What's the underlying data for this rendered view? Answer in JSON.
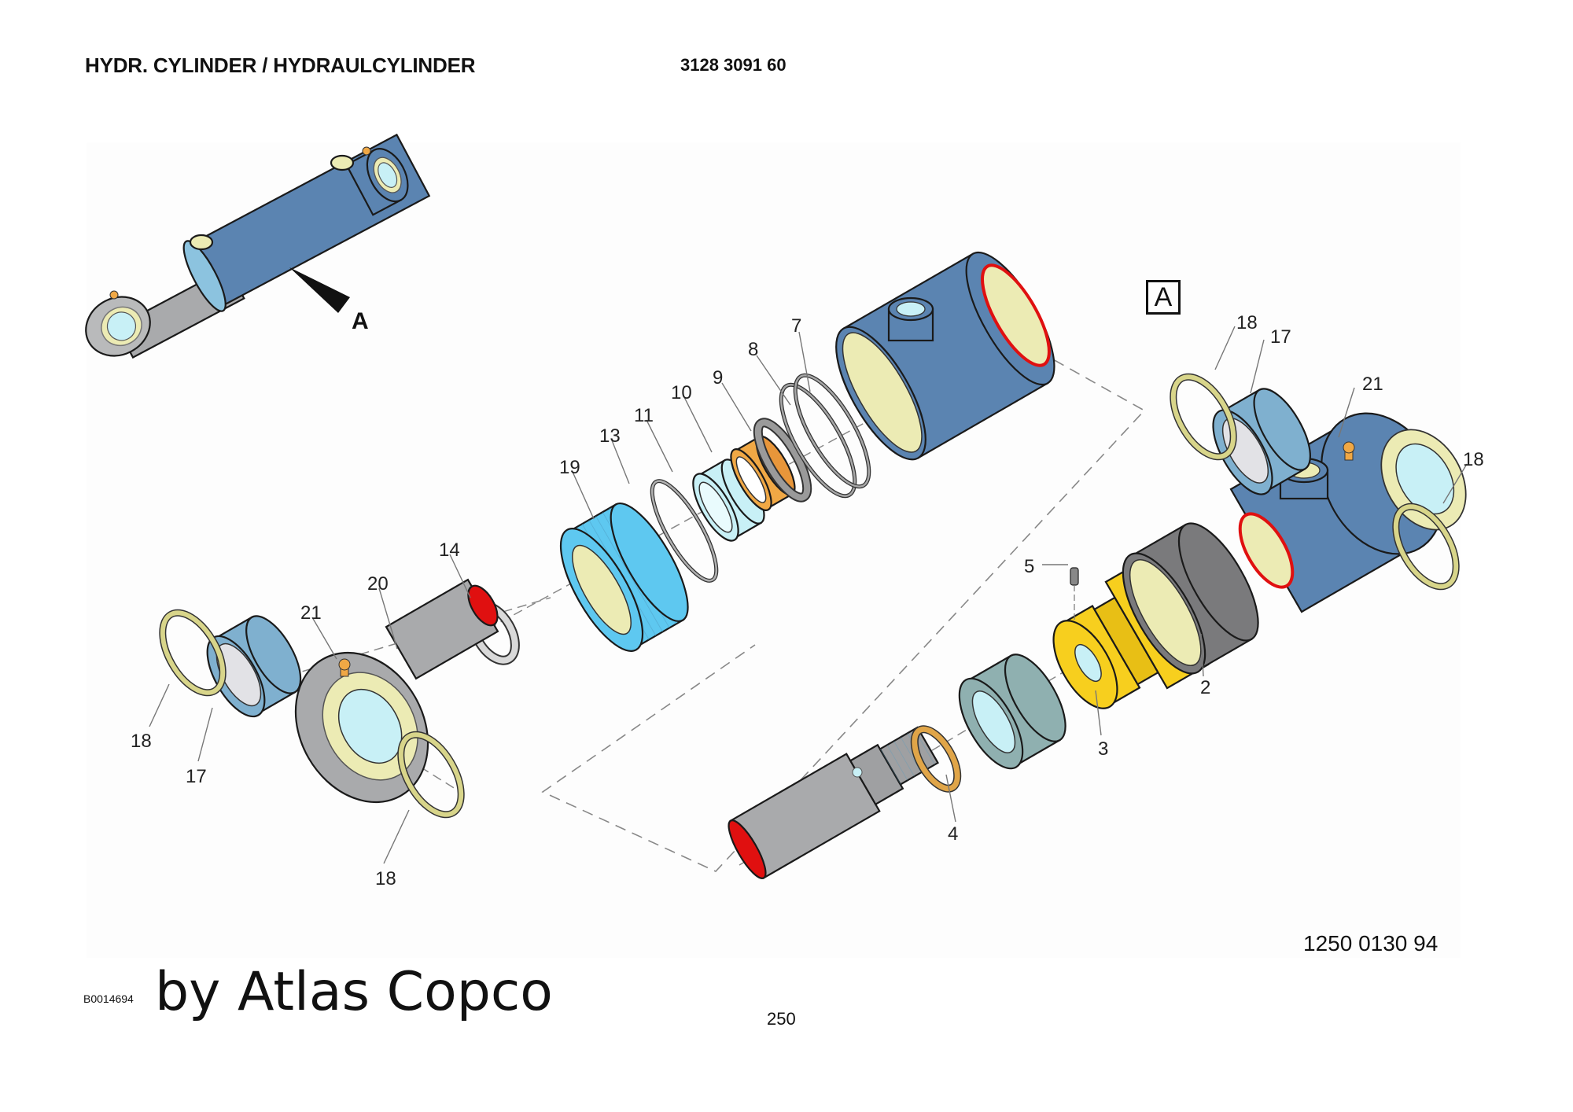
{
  "header": {
    "title": "HYDR. CYLINDER / HYDRAULCYLINDER",
    "part_number": "3128 3091 60"
  },
  "overview": {
    "view_arrow_label": "A"
  },
  "detail_view": {
    "label": "A"
  },
  "callouts": {
    "c7": "7",
    "c8": "8",
    "c9": "9",
    "c10": "10",
    "c11": "11",
    "c13": "13",
    "c19": "19",
    "c14": "14",
    "c20": "20",
    "c21_left": "21",
    "c18_left_top": "18",
    "c17_left": "17",
    "c18_left_bottom": "18",
    "c18_right_top": "18",
    "c17_right": "17",
    "c21_right": "21",
    "c18_right": "18",
    "c5": "5",
    "c3": "3",
    "c2": "2",
    "c4": "4"
  },
  "parts_colors": {
    "cylinder_blue": "#5b84b1",
    "gland_nut_cyan": "#5ec8f0",
    "bearing_blue": "#7fb0cf",
    "inner_cream": "#ecebb4",
    "seal_red": "#e01010",
    "guide_orange": "#f0a845",
    "piston_yellow": "#f7cf1e",
    "rod_grey": "#a9aaac",
    "teal_bush": "#8fb0b0",
    "ring_olive": "#d8d58a",
    "light_cyan": "#c8f0f6"
  },
  "footer": {
    "drawing_number": "1250 0130 94",
    "doc_code": "B0014694",
    "brand_text": "by Atlas Copco",
    "page_number": "250"
  }
}
